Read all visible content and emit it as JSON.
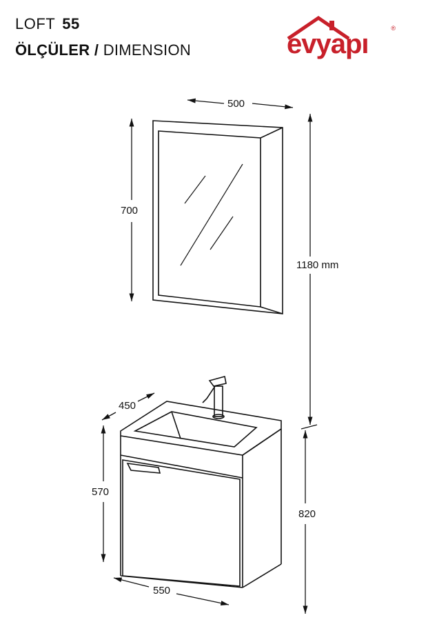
{
  "header": {
    "model": "LOFT",
    "model_number": "55",
    "dimension_label_tr": "ÖLÇÜLER /",
    "dimension_label_en": "DIMENSION"
  },
  "logo": {
    "brand": "evyapı",
    "registered": "®",
    "icon": "house-roof-logo-icon",
    "color": "#c8202a"
  },
  "dimensions": {
    "mirror_width": "500",
    "mirror_height": "700",
    "total_height": "1180 mm",
    "cabinet_depth": "450",
    "cabinet_height": "570",
    "floor_height": "820",
    "cabinet_width": "550"
  }
}
